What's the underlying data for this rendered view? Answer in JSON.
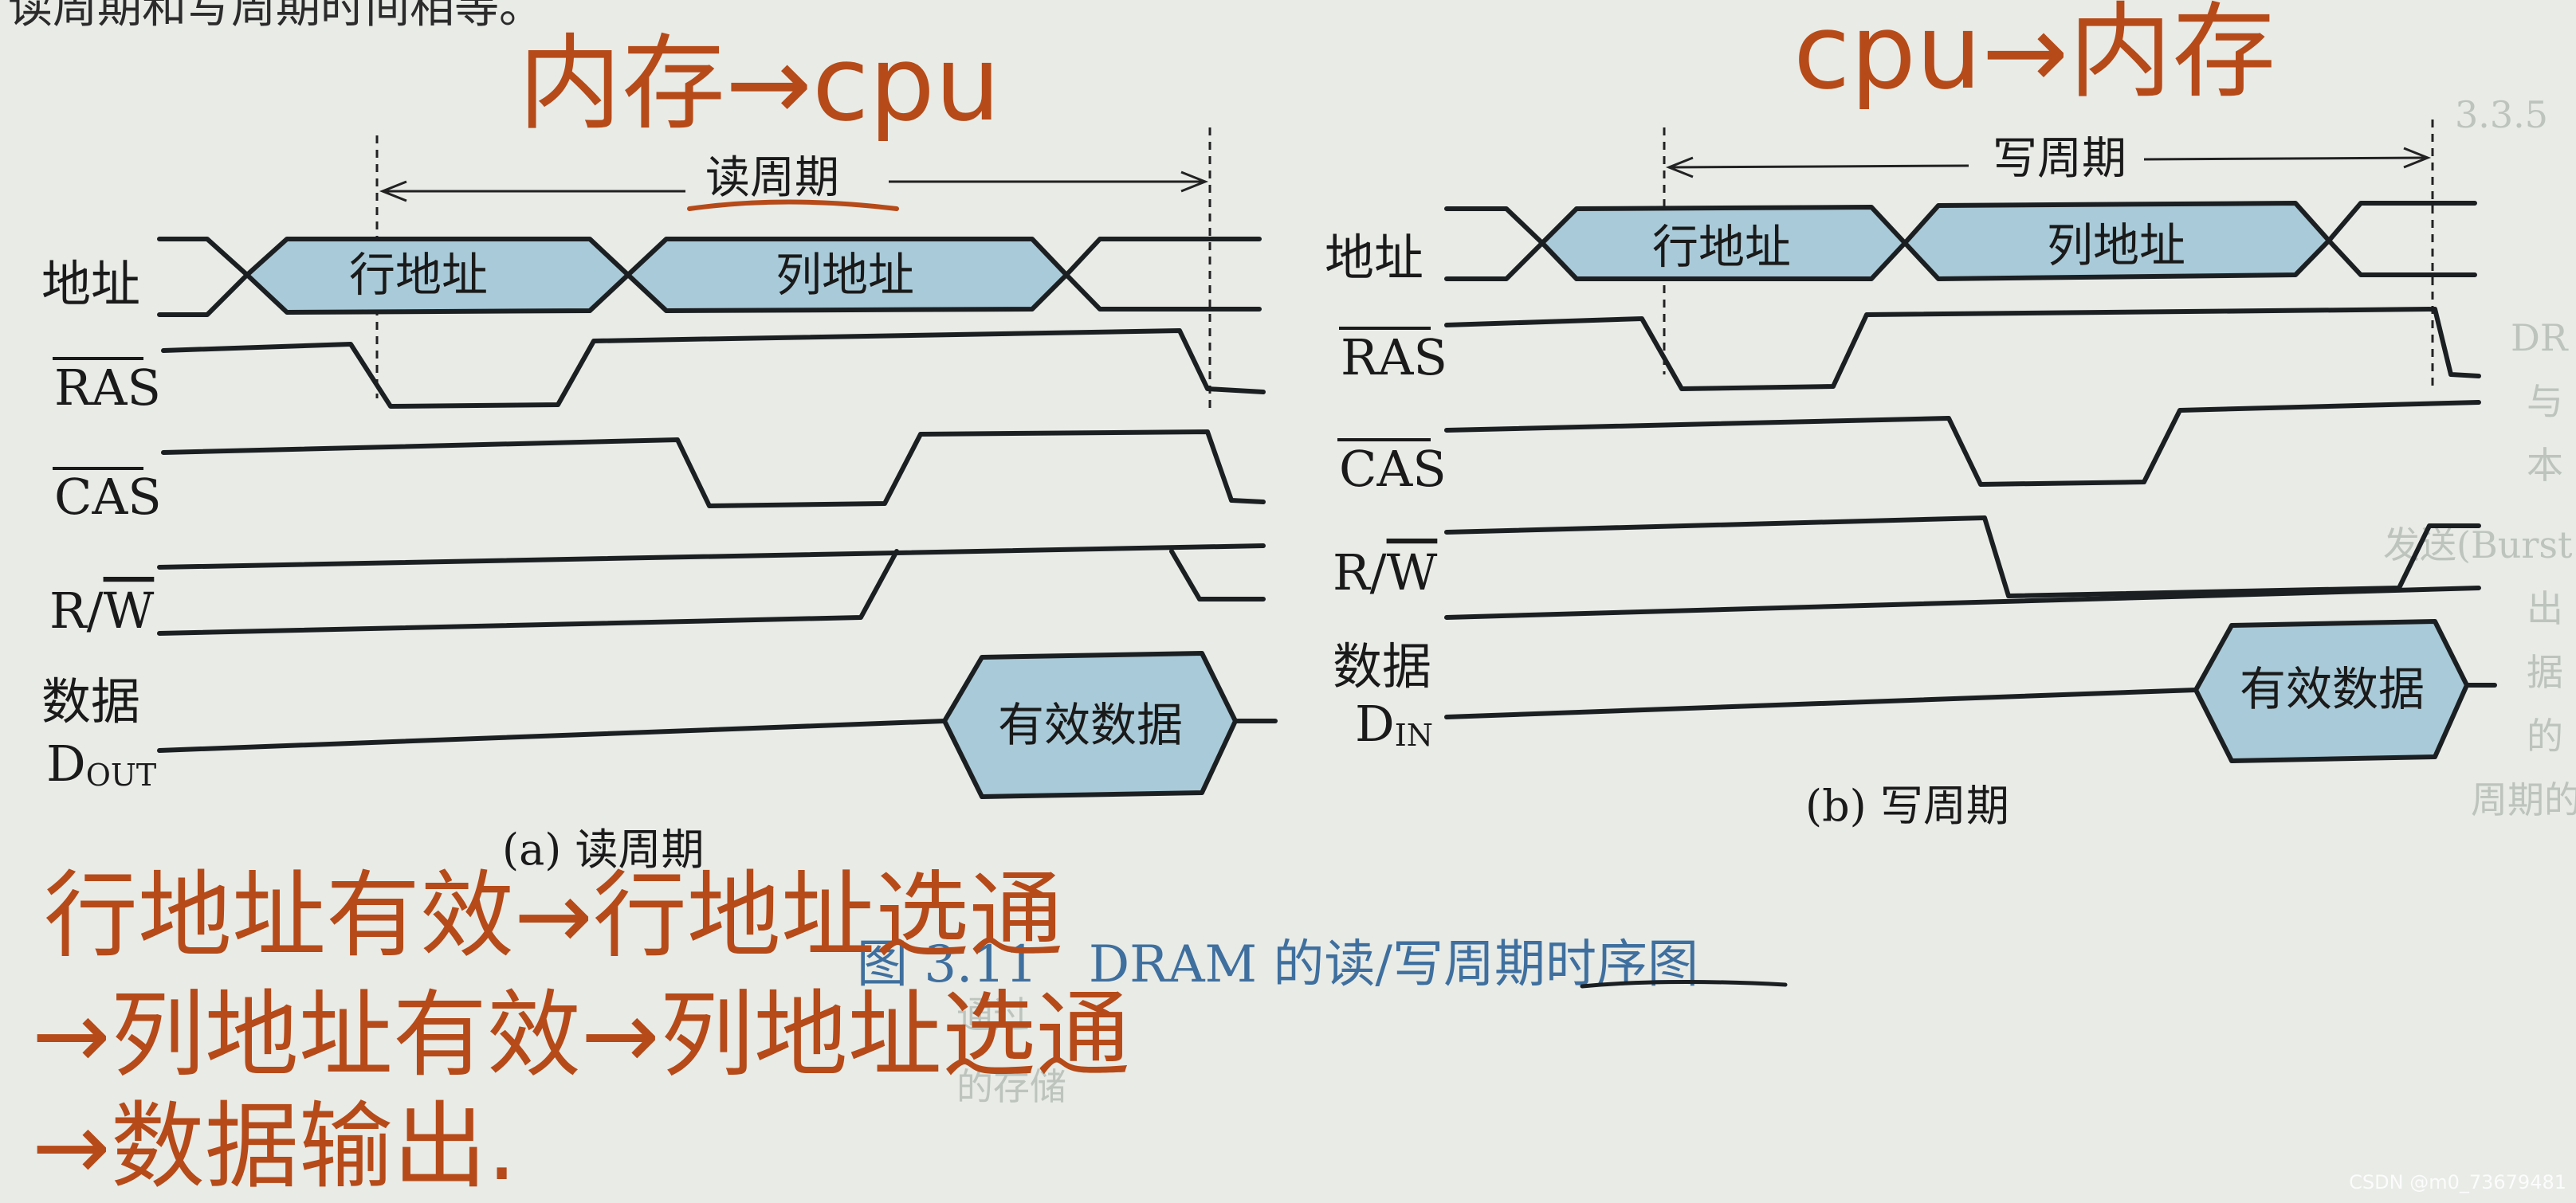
{
  "top_fragment": "读周期和写周期时间相等。",
  "margin_fragments": [
    "3.3.5",
    "DR",
    "与",
    "本",
    "发送(Burst",
    "出",
    "据",
    "的",
    "周期的",
    "通过",
    "的存储"
  ],
  "handwritten": {
    "left_title": "内存→cpu",
    "right_title": "cpu→内存",
    "notes": [
      "行地址有效→行地址选通",
      "→列地址有效→列地址选通",
      "→数据输出."
    ]
  },
  "read_diagram": {
    "period_label": "读周期",
    "signals": {
      "address": "地址",
      "ras": "RAS",
      "cas": "CAS",
      "rw_r": "R/",
      "rw_w": "W",
      "data_line1": "数据",
      "data_line2_main": "D",
      "data_line2_sub": "OUT"
    },
    "row_address": "行地址",
    "col_address": "列地址",
    "valid_data": "有效数据",
    "caption": "(a) 读周期"
  },
  "write_diagram": {
    "period_label": "写周期",
    "signals": {
      "address": "地址",
      "ras": "RAS",
      "cas": "CAS",
      "rw_r": "R/",
      "rw_w": "W",
      "data_line1": "数据",
      "data_line2_main": "D",
      "data_line2_sub": "IN"
    },
    "row_address": "行地址",
    "col_address": "列地址",
    "valid_data": "有效数据",
    "caption": "(b) 写周期"
  },
  "figure_caption": "图 3.11　DRAM 的读/写周期时序图",
  "watermark": "CSDN @m0_73679481",
  "colors": {
    "paper": "#e8ebe6",
    "ink": "#1c1f22",
    "box_fill": "#a9cad8",
    "handwriting": "#b64a18",
    "caption_blue": "#3f6f9e"
  }
}
